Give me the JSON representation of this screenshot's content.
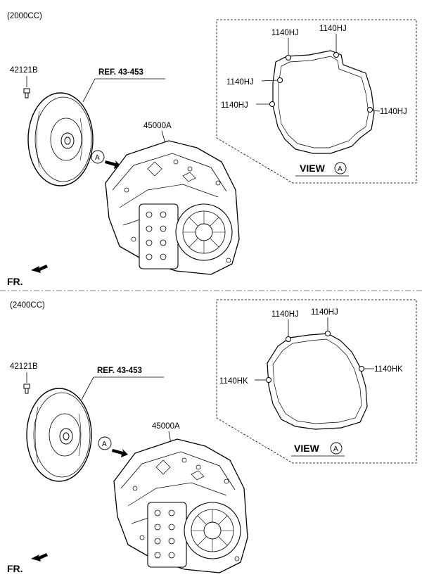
{
  "sections": [
    {
      "engine": "(2000CC)",
      "bolt_part": "42121B",
      "ref_label": "REF. 43-453",
      "transmission_part": "45000A",
      "view_marker": "A",
      "front_label": "FR.",
      "view_title": "VIEW",
      "view_letter": "A",
      "callouts": [
        "1140HJ",
        "1140HJ",
        "1140HJ",
        "1140HJ",
        "1140HJ"
      ]
    },
    {
      "engine": "(2400CC)",
      "bolt_part": "42121B",
      "ref_label": "REF. 43-453",
      "transmission_part": "45000A",
      "view_marker": "A",
      "front_label": "FR.",
      "view_title": "VIEW",
      "view_letter": "A",
      "callouts": [
        "1140HJ",
        "1140HJ",
        "1140HK",
        "1140HK"
      ]
    }
  ]
}
